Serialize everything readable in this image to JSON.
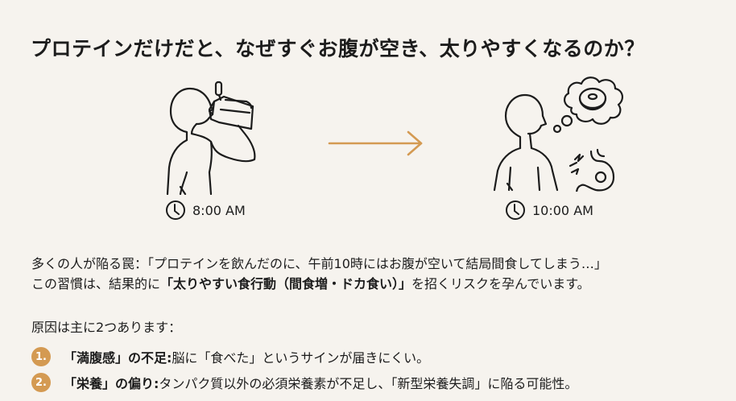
{
  "header": {
    "title": "プロテインだけだと、なぜすぐお腹が空き、太りやすくなるのか？"
  },
  "timeline": {
    "before": {
      "time": "8:00 AM",
      "icon": "person-drinking-shaker-icon"
    },
    "arrow": {
      "icon": "arrow-right-icon",
      "color": "#d49a52"
    },
    "after": {
      "time": "10:00 AM",
      "icon": "person-thinking-donut-icon",
      "thought_icon": "donut-icon",
      "stomach_icon": "growling-stomach-icon"
    }
  },
  "intro": {
    "line1": "多くの人が陥る罠：「プロテインを飲んだのに、午前10時にはお腹が空いて結局間食してしまう…」",
    "line2_prefix": "この習慣は、結果的に",
    "line2_bold": "「太りやすい食行動（間食増・ドカ食い）」",
    "line2_suffix": "を招くリスクを孕んでいます。"
  },
  "causes": {
    "heading": "原因は主に2つあります：",
    "items": [
      {
        "number": "1.",
        "title": "「満腹感」の不足:",
        "text": " 脳に「食べた」というサインが届きにくい。"
      },
      {
        "number": "2.",
        "title": "「栄養」の偏り:",
        "text": " タンパク質以外の必須栄養素が不足し、「新型栄養失調」に陥る可能性。"
      }
    ]
  },
  "colors": {
    "background": "#f6f3ee",
    "text": "#1c1c1c",
    "accent": "#d49a52"
  }
}
